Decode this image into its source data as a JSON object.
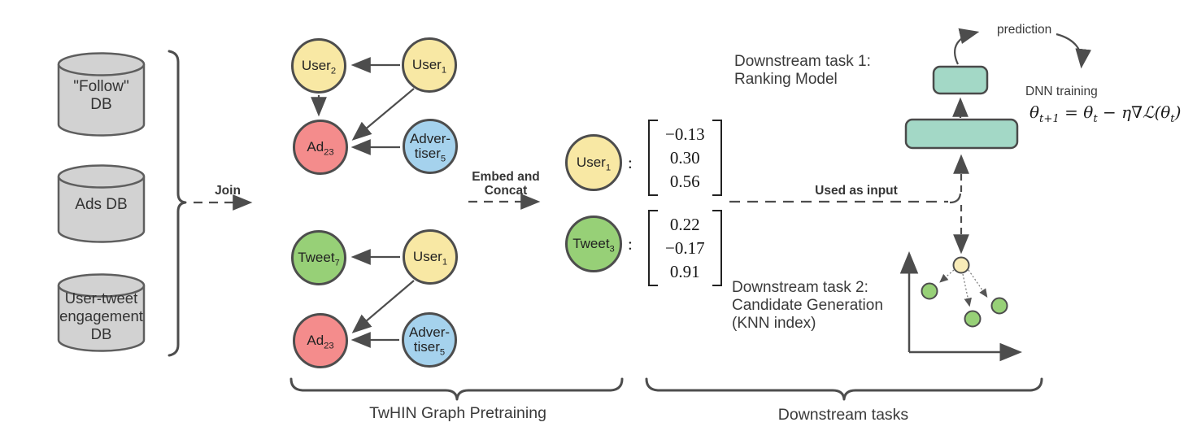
{
  "databases": [
    {
      "label": "\"Follow\"\nDB"
    },
    {
      "label": "Ads DB"
    },
    {
      "label": "User-tweet\nengagement\nDB"
    }
  ],
  "flow": {
    "join": "Join",
    "embed_concat": "Embed and\nConcat",
    "used_as_input": "Used as input"
  },
  "graph_top": {
    "nodes": [
      {
        "label": "User",
        "sub": "2"
      },
      {
        "label": "User",
        "sub": "1"
      },
      {
        "label": "Ad",
        "sub": "23"
      },
      {
        "label": "Adver-\ntiser",
        "sub": "5"
      }
    ]
  },
  "graph_bottom": {
    "nodes": [
      {
        "label": "Tweet",
        "sub": "7"
      },
      {
        "label": "User",
        "sub": "1"
      },
      {
        "label": "Ad",
        "sub": "23"
      },
      {
        "label": "Adver-\ntiser",
        "sub": "5"
      }
    ]
  },
  "embeddings": [
    {
      "label": "User",
      "sub": "1",
      "colon": ":",
      "values": [
        "−0.13",
        "0.30",
        "0.56"
      ]
    },
    {
      "label": "Tweet",
      "sub": "3",
      "colon": ":",
      "values": [
        "0.22",
        "−0.17",
        "0.91"
      ]
    }
  ],
  "task1": {
    "title": "Downstream task 1:\nRanking Model",
    "prediction": "prediction",
    "dnn_training": "DNN training",
    "formula": {
      "p1": "θ",
      "s1": "t+1",
      "p2": " = θ",
      "s2": "t",
      "p3": " − η∇ℒ(θ",
      "s3": "t",
      "p4": ")"
    }
  },
  "task2": {
    "title": "Downstream task 2:\nCandidate Generation\n(KNN index)"
  },
  "braces": {
    "pretraining": "TwHIN Graph Pretraining",
    "downstream": "Downstream tasks"
  },
  "colors": {
    "yellow": "#F8E8A4",
    "red": "#F48C8C",
    "blue": "#A5D2ED",
    "green": "#97D077",
    "teal": "#A3D8C6",
    "gray_db": "#D2D2D2",
    "line": "#4D4D4D",
    "knn_yellow": "#F9ECB8"
  }
}
